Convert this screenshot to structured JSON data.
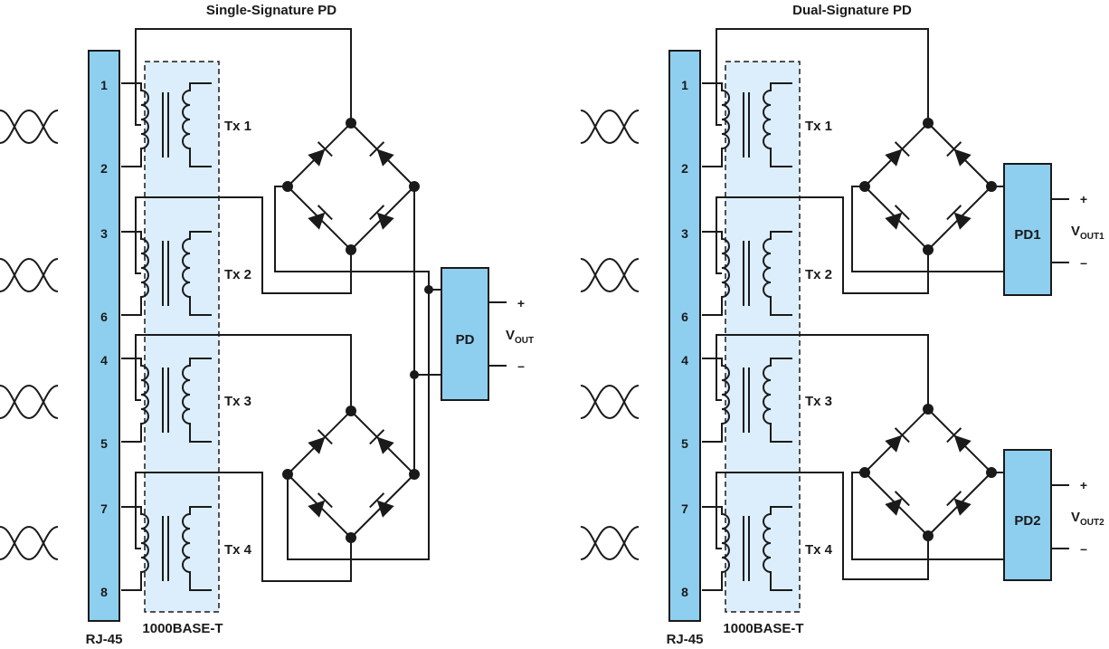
{
  "panels": [
    {
      "title": "Single-Signature PD",
      "connector_label": "RJ-45",
      "magnetics_label": "1000BASE-T",
      "pins": [
        "1",
        "2",
        "3",
        "6",
        "4",
        "5",
        "7",
        "8"
      ],
      "transformers": [
        "Tx 1",
        "Tx 2",
        "Tx 3",
        "Tx 4"
      ],
      "pd_boxes": [
        {
          "label": "PD",
          "plus": "+",
          "minus": "–",
          "vout_main": "V",
          "vout_sub": "OUT"
        }
      ]
    },
    {
      "title": "Dual-Signature PD",
      "connector_label": "RJ-45",
      "magnetics_label": "1000BASE-T",
      "pins": [
        "1",
        "2",
        "3",
        "6",
        "4",
        "5",
        "7",
        "8"
      ],
      "transformers": [
        "Tx 1",
        "Tx 2",
        "Tx 3",
        "Tx 4"
      ],
      "pd_boxes": [
        {
          "label": "PD1",
          "plus": "+",
          "minus": "–",
          "vout_main": "V",
          "vout_sub": "OUT1"
        },
        {
          "label": "PD2",
          "plus": "+",
          "minus": "–",
          "vout_main": "V",
          "vout_sub": "OUT2"
        }
      ]
    }
  ],
  "colors": {
    "connector": "#8ecff0",
    "magnetics": "#dceefb",
    "wire": "#1a1a1a"
  }
}
